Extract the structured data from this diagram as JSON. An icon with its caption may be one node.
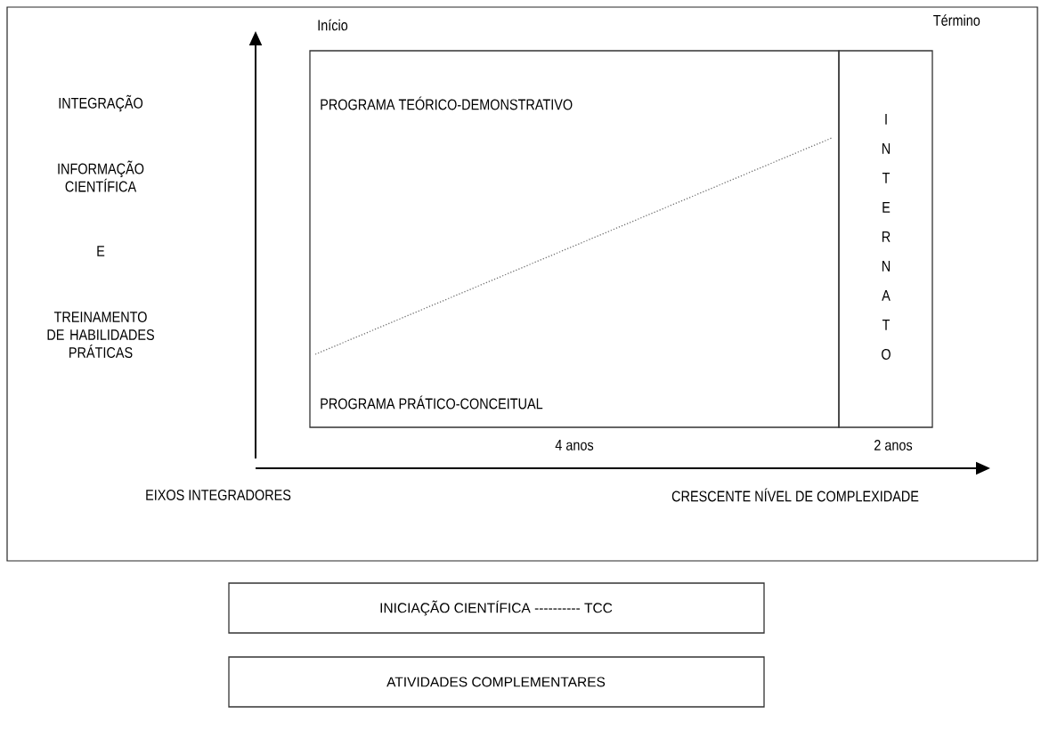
{
  "diagram": {
    "nodes": [
      {
        "text": [
          "PROGRAMA TEÓRICO-DEMONSTRATIVO",
          "PROGRAMA PRÁTICO-CONCEITUAL"
        ],
        "beside": [
          "4 anos"
        ]
      },
      {
        "text": [
          "I N T E R N A T O"
        ],
        "beside": [
          "2 anos"
        ]
      },
      {
        "text": [
          "INICIAÇÃO CIENTÍFICA ---------- TCC"
        ]
      },
      {
        "text": [
          "ATIVIDADES COMPLEMENTARES"
        ]
      }
    ],
    "labels": [
      "Início",
      "Término",
      "INTEGRAÇÃO",
      "INFORMAÇÃO CIENTÍFICA",
      "E",
      "TREINAMENTO DE HABILIDADES PRÁTICAS",
      "EIXOS INTEGRADORES",
      "CRESCENTE NÍVEL DE COMPLEXIDADE"
    ]
  }
}
